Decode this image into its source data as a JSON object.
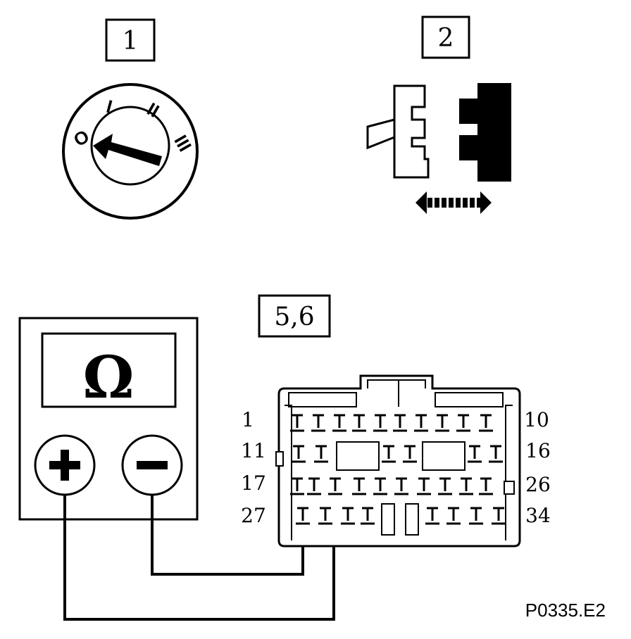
{
  "steps": {
    "step1_label": "1",
    "step2_label": "2",
    "step3_label": "5,6"
  },
  "ignition_switch": {
    "positions": [
      "O",
      "I",
      "II",
      "III"
    ]
  },
  "ohmmeter": {
    "symbol": "Ω",
    "plus_terminal": "+",
    "minus_terminal": "−"
  },
  "connector": {
    "row_labels_left": [
      "1",
      "11",
      "17",
      "27"
    ],
    "row_labels_right": [
      "10",
      "16",
      "26",
      "34"
    ]
  },
  "figure_ref": "P0335.E2"
}
